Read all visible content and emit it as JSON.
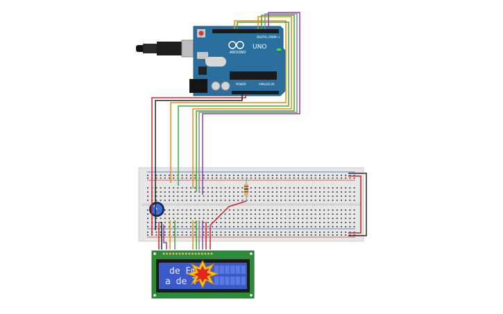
{
  "arduino": {
    "brand_label": "ARDUINO",
    "model_label": "UNO",
    "digital_label": "DIGITAL (PWM~)",
    "power_label": "POWER",
    "analog_label": "ANALOG IN"
  },
  "lcd": {
    "line1": "de Em",
    "line2": "a de T"
  },
  "colors": {
    "board_blue": "#2b6f9e",
    "breadboard": "#e6e6e6",
    "lcd_pcb": "#2e8b3a",
    "lcd_screen": "#3b59c9",
    "wire_red": "#d02020",
    "wire_black": "#222222",
    "wire_orange": "#f08a00",
    "wire_green": "#3aa63a",
    "wire_purple": "#8a3fb0",
    "wire_gray": "#888888"
  }
}
